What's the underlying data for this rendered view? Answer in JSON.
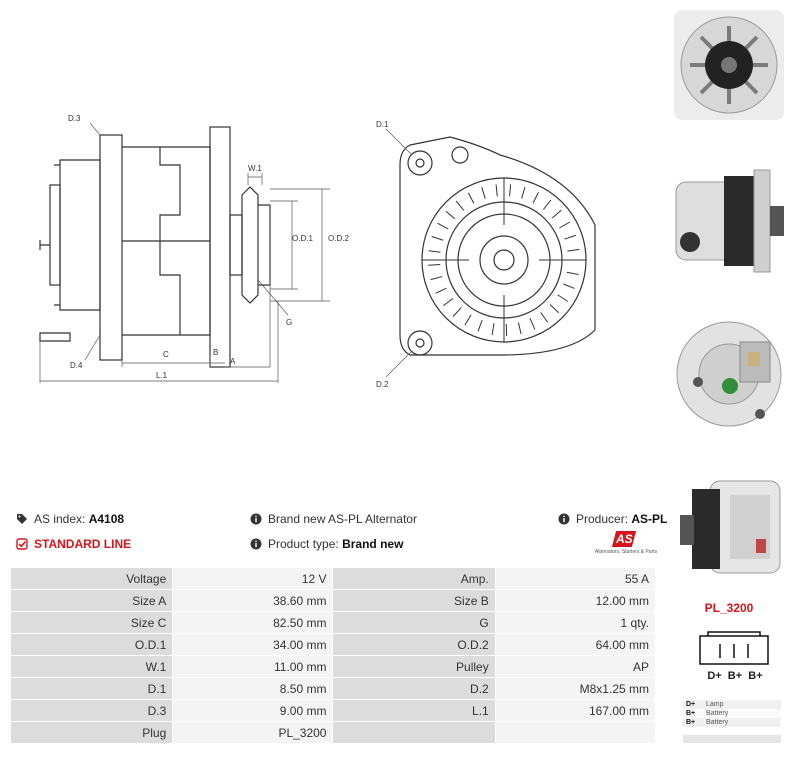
{
  "drawing": {
    "labels": {
      "d3": "D.3",
      "w1": "W.1",
      "od1": "O.D.1",
      "od2": "O.D.2",
      "g": "G",
      "c": "C",
      "b": "B",
      "a": "A",
      "l1": "L.1",
      "d4": "D.4",
      "d1": "D.1",
      "d2": "D.2"
    }
  },
  "info": {
    "as_index_label": "AS index:",
    "as_index_value": "A4108",
    "line_label": "STANDARD LINE",
    "description": "Brand new AS-PL Alternator",
    "product_type_label": "Product type:",
    "product_type_value": "Brand new",
    "producer_label": "Producer:",
    "producer_value": "AS-PL",
    "logo_text": "AS",
    "logo_tagline": "Alternators, Starters & Parts"
  },
  "spec_rows": [
    {
      "l1": "Voltage",
      "v1": "12 V",
      "l2": "Amp.",
      "v2": "55 A"
    },
    {
      "l1": "Size A",
      "v1": "38.60 mm",
      "l2": "Size B",
      "v2": "12.00 mm"
    },
    {
      "l1": "Size C",
      "v1": "82.50 mm",
      "l2": "G",
      "v2": "1 qty."
    },
    {
      "l1": "O.D.1",
      "v1": "34.00 mm",
      "l2": "O.D.2",
      "v2": "64.00 mm"
    },
    {
      "l1": "W.1",
      "v1": "11.00 mm",
      "l2": "Pulley",
      "v2": "AP"
    },
    {
      "l1": "D.1",
      "v1": "8.50 mm",
      "l2": "D.2",
      "v2": "M8x1.25 mm"
    },
    {
      "l1": "D.3",
      "v1": "9.00 mm",
      "l2": "L.1",
      "v2": "167.00 mm"
    },
    {
      "l1": "Plug",
      "v1": "PL_3200",
      "l2": "",
      "v2": ""
    }
  ],
  "plug": {
    "code": "PL_3200",
    "pins": "D+  B+  B+",
    "legend": [
      {
        "key": "D+",
        "value": "Lamp"
      },
      {
        "key": "B+",
        "value": "Battery"
      },
      {
        "key": "B+",
        "value": "Battery"
      }
    ]
  },
  "colors": {
    "accent": "#d7141a",
    "label_bg": "#dcdcdc",
    "value_bg": "#f4f4f4"
  },
  "icons": {
    "tag": "tag-icon",
    "info": "info-circle-icon",
    "check": "check-square-icon"
  }
}
